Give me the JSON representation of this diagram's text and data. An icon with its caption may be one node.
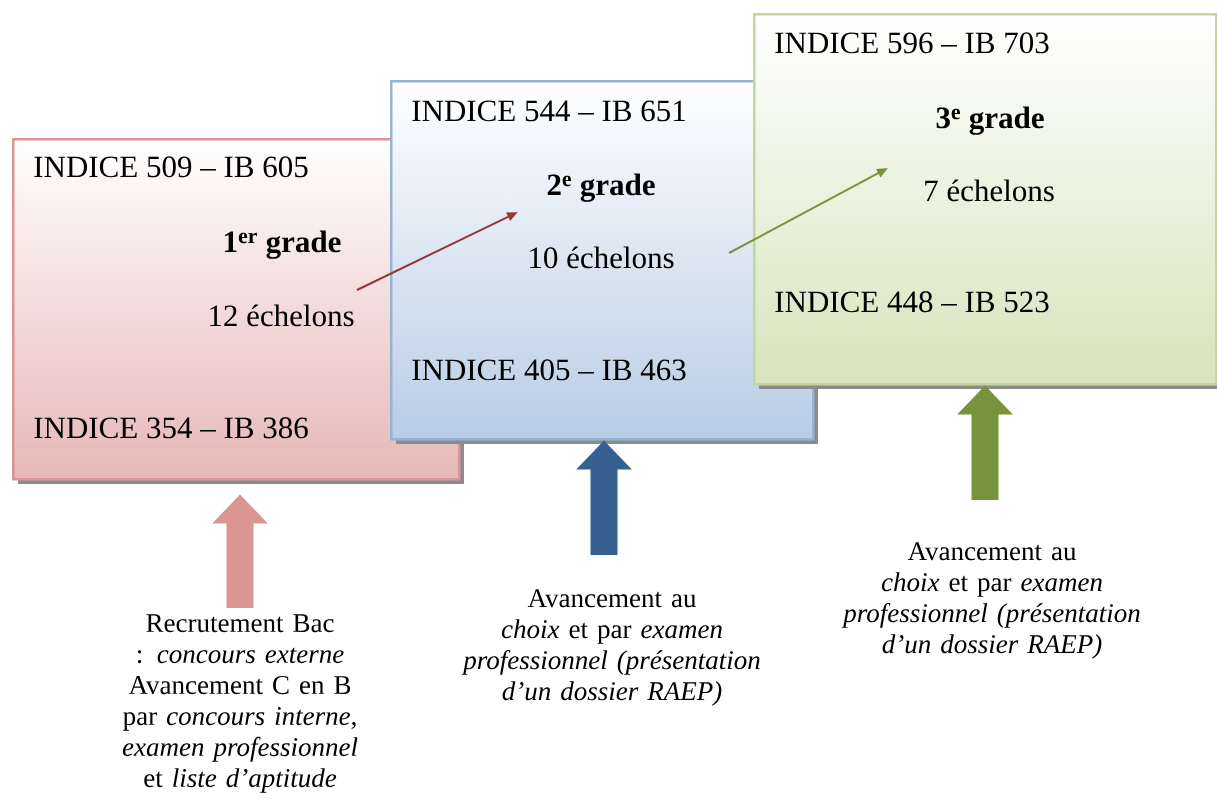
{
  "diagram": {
    "nodes": [
      {
        "text": [
          "INDICE 509 – IB 605",
          "1$^{er}$ grade",
          "12 échelons",
          "INDICE 354 – IB 386"
        ]
      },
      {
        "text": [
          "INDICE 544 – IB 651",
          "2$^{e}$ grade",
          "10 échelons",
          "INDICE 405 – IB 463"
        ]
      },
      {
        "text": [
          "INDICE 596 – IB 703",
          "3$^{e}$ grade",
          "7 échelons",
          "INDICE 448 – IB 523"
        ]
      },
      {
        "text": [
          "Recrutement Bac : *concours externe* Avancement C en B par *concours interne*, *examen professionnel* et *liste d’aptitude*"
        ]
      },
      {
        "text": [
          "Avancement au *choix* et par *examen professionnel (présentation d’un dossier RAEP)*"
        ]
      },
      {
        "text": [
          "Avancement au *choix* et par *examen professionnel (présentation d’un dossier RAEP)*"
        ]
      }
    ],
    "edges": [
      {
        "from": 0,
        "to": 1,
        "arrow": "to",
        "color": "#953735"
      },
      {
        "from": 1,
        "to": 2,
        "arrow": "to",
        "color": "#77933c"
      },
      {
        "from": 3,
        "to": 0,
        "arrow": "to",
        "color": "#d99694"
      },
      {
        "from": 4,
        "to": 1,
        "arrow": "to",
        "color": "#376092"
      },
      {
        "from": 5,
        "to": 2,
        "arrow": "to",
        "color": "#77933c"
      }
    ]
  }
}
